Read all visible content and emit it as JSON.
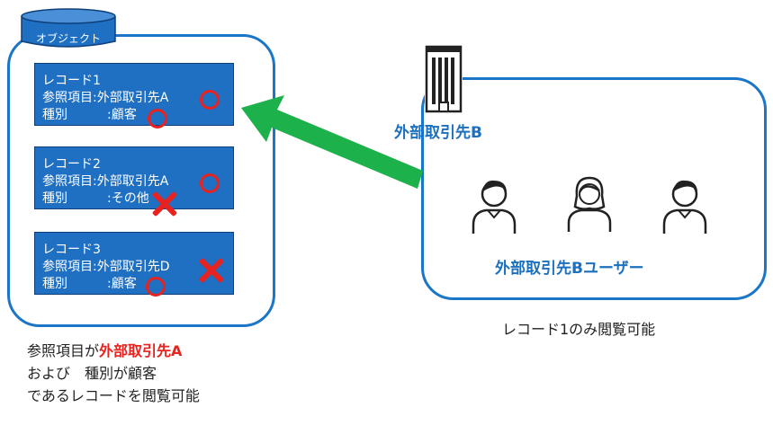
{
  "object_label": "オブジェクト",
  "records": [
    {
      "title": "レコード1",
      "ref_label": "参照項目",
      "ref_value": "外部取引先A",
      "type_label": "種別",
      "type_value": "顧客",
      "ref_mark": "circle",
      "type_mark": "circle"
    },
    {
      "title": "レコード2",
      "ref_label": "参照項目",
      "ref_value": "外部取引先A",
      "type_label": "種別",
      "type_value": "その他",
      "ref_mark": "circle",
      "type_mark": "cross"
    },
    {
      "title": "レコード3",
      "ref_label": "参照項目",
      "ref_value": "外部取引先D",
      "type_label": "種別",
      "type_value": "顧客",
      "ref_mark": "cross",
      "type_mark": "circle"
    }
  ],
  "partner": {
    "name": "外部取引先B",
    "users_label": "外部取引先Bユーザー",
    "caption": "レコード1のみ閲覧可能",
    "icons": [
      "building-icon",
      "user-male-icon",
      "user-female-icon",
      "user-male-icon"
    ]
  },
  "left_caption": {
    "line1_prefix": "参照項目が",
    "line1_highlight": "外部取引先A",
    "line2": "および　種別が顧客",
    "line3": "であるレコードを閲覧可能"
  },
  "colors": {
    "accent_blue": "#1c76c8",
    "record_blue": "#1f6fc2",
    "mark_red": "#e8231f",
    "arrow_green": "#1db14b"
  }
}
